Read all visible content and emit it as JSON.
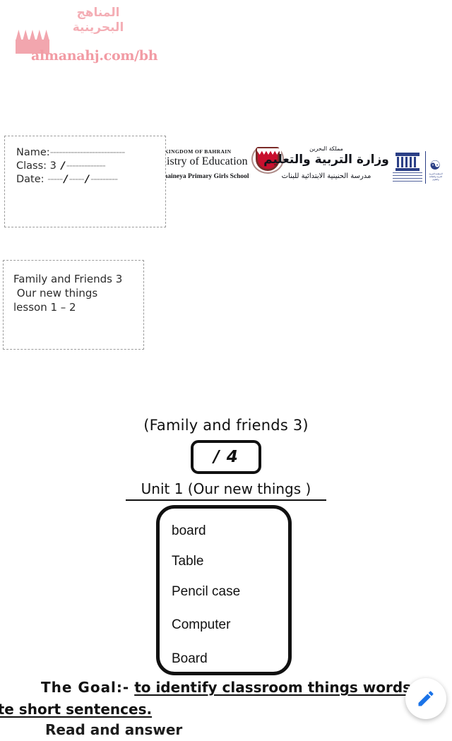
{
  "watermark": {
    "arabic_line1": "المناهج",
    "arabic_line2": "البحرينية",
    "url": "almanahj.com/bh",
    "color": "#f2a6ae"
  },
  "letterhead": {
    "kingdom": "KINGDOM OF BAHRAIN",
    "ministry": "Ministry of Education",
    "school": "Al Hunaineya Primary Girls School",
    "kingdom_ar": "مملكة البحرين",
    "ministry_ar": "وزارة التربية والتعليم",
    "school_ar": "مدرسة الحنينية الابتدائية للبنات",
    "quality_logo_caption": "NATIONAL AUTHORITY FOR QUALIFICATIONS",
    "quality_logo_sub": "Well\nSCHOOL",
    "unesco_caption": "المنظمة العربية للتربية والثقافة والعلوم",
    "unesco_caption2": "اليونسكو"
  },
  "student_box": {
    "name_label": "Name:",
    "name_dashes": "-------------------------",
    "class_label": "Class:",
    "class_value": "3",
    "class_slash": "/",
    "class_dashes": "-------------",
    "date_label": "Date:",
    "date_dashes1": "-----",
    "date_slash1": "/",
    "date_dashes2": "-----",
    "date_slash2": "/",
    "date_dashes3": "---------"
  },
  "lesson_box": {
    "line1": "Family and Friends 3",
    "line2": " Our new things",
    "line3": "lesson 1 – 2"
  },
  "worksheet": {
    "title": "(Family and friends 3)",
    "score": "/ 4",
    "unit": "Unit 1 (Our new things )",
    "word_bank": [
      "board",
      "Table",
      "Pencil case",
      "Computer",
      "Board"
    ],
    "goal_label": "The Goal:-",
    "goal_text_line1": "to identify classroom things words th",
    "goal_text_line2": "rite short sentences.",
    "goal_text_line3": "Read and answer"
  },
  "fab": {
    "icon": "pencil-edit-icon",
    "color": "#1a73e8"
  }
}
